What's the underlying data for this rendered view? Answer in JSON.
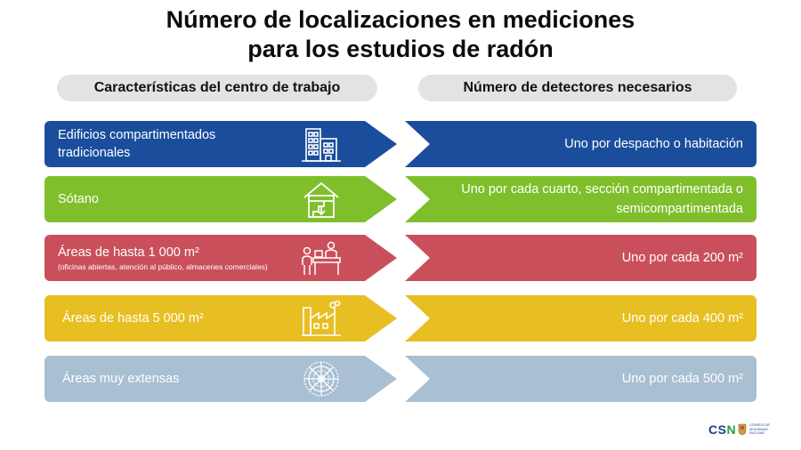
{
  "title": {
    "line1": "Número de localizaciones en mediciones",
    "line2": "para los estudios de radón"
  },
  "headers": {
    "left": "Características del centro de trabajo",
    "right": "Número de detectores necesarios"
  },
  "rows": [
    {
      "left_line1": "Edificios compartimentados",
      "left_line2": "tradicionales",
      "left_sub": "",
      "icon": "office-building-icon",
      "right": "Uno por despacho o habitación",
      "color": "#1a4e9c"
    },
    {
      "left_line1": "Sótano",
      "left_line2": "",
      "left_sub": "",
      "icon": "basement-icon",
      "right": "Uno por cada cuarto, sección compartimentada o semicompartimentada",
      "color": "#7fbf2c"
    },
    {
      "left_line1": "Áreas de hasta 1 000 m²",
      "left_line2": "",
      "left_sub": "(oficinas abiertas, atención al público, almacenes comerciales)",
      "icon": "open-office-icon",
      "right": "Uno por cada 200 m²",
      "color": "#c9505b"
    },
    {
      "left_line1": "Áreas de hasta 5 000 m²",
      "left_line2": "",
      "left_sub": "",
      "icon": "factory-icon",
      "right": "Uno por cada 400 m²",
      "color": "#e8bf22"
    },
    {
      "left_line1": "Áreas muy extensas",
      "left_line2": "",
      "left_sub": "",
      "icon": "large-area-icon",
      "right": "Uno por cada 500 m²",
      "color": "#a9bfd2"
    }
  ],
  "logo": {
    "text_c": "CS",
    "text_n": "N",
    "subtitle": "CONSEJO DE SEGURIDAD NUCLEAR"
  }
}
